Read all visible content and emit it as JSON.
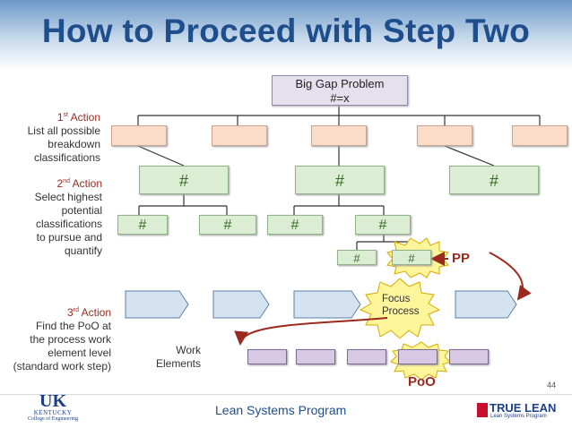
{
  "title": "How to Proceed with Step Two",
  "goal": {
    "line1": "Big Gap Problem",
    "line2": "#=x"
  },
  "actions": [
    {
      "id": "1st",
      "sup": "st",
      "num": "1",
      "name": "Action",
      "lines": [
        "List all possible",
        "breakdown",
        "classifications"
      ]
    },
    {
      "id": "2nd",
      "sup": "nd",
      "num": "2",
      "name": "Action",
      "lines": [
        "Select highest",
        "potential",
        "classifications",
        "to pursue and",
        "quantify"
      ]
    },
    {
      "id": "3rd",
      "sup": "rd",
      "num": "3",
      "name": "Action",
      "lines": [
        "Find the PoO at",
        "the process work",
        "element level",
        "(standard work step)"
      ]
    }
  ],
  "hash": "#",
  "focus": {
    "line1": "Focus",
    "line2": "Process"
  },
  "pp": "PP",
  "poo": "PoO",
  "work_elements": {
    "line1": "Work",
    "line2": "Elements"
  },
  "page_number": "44",
  "footer": "Lean Systems Program",
  "logo_uk": {
    "line1": "UK",
    "line2": "KENTUCKY",
    "line3": "College of Engineering"
  },
  "logo_tl": {
    "line1": "TRUE LEAN",
    "line2": "Lean Systems Program"
  },
  "colors": {
    "title": "#1f4e8c",
    "action": "#9b2a1e",
    "hash": "#3a6b2a",
    "pp_poo": "#9b2a1e",
    "arrow": "#9b2a1e"
  }
}
